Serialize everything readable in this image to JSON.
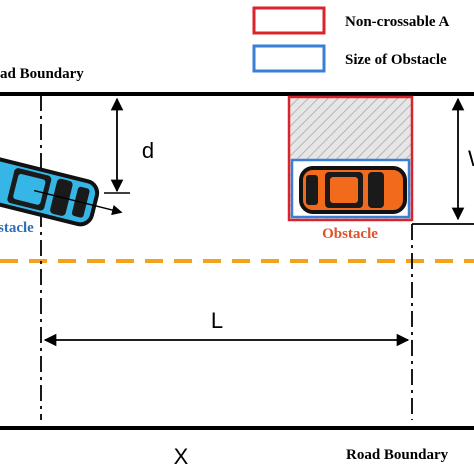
{
  "legend": {
    "non_crossable_label": "Non-crossable A",
    "obstacle_size_label": "Size of Obstacle",
    "non_crossable_color": "#d9242b",
    "obstacle_size_color": "#3a7fd5"
  },
  "boundaries": {
    "top_label": "ad Boundary",
    "bottom_label": "Road Boundary"
  },
  "labels": {
    "d": "d",
    "w": "W",
    "l": "L",
    "x": "X",
    "obstacle": "Obstacle",
    "ego_partial": "stacle"
  },
  "colors": {
    "lane_dash": "#f2a31b",
    "obstacle_car": "#f26b1d",
    "ego_car": "#36b6e6",
    "obstacle_label": "#e0522a",
    "ego_label": "#2d6fb8",
    "hatch_fill": "#cfcfcf"
  }
}
